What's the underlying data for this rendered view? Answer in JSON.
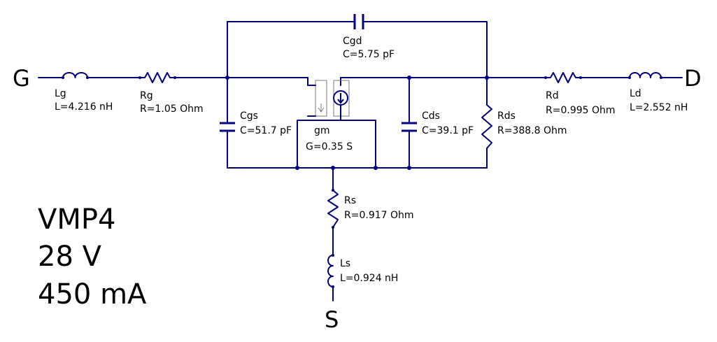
{
  "ports": {
    "gate": "G",
    "drain": "D",
    "source": "S"
  },
  "components": {
    "lg": {
      "name": "Lg",
      "value": "L=4.216 nH"
    },
    "rg": {
      "name": "Rg",
      "value": "R=1.05 Ohm"
    },
    "cgd": {
      "name": "Cgd",
      "value": "C=5.75 pF"
    },
    "cgs": {
      "name": "Cgs",
      "value": "C=51.7 pF"
    },
    "gm": {
      "name": "gm",
      "value": "G=0.35 S"
    },
    "cds": {
      "name": "Cds",
      "value": "C=39.1 pF"
    },
    "rds": {
      "name": "Rds",
      "value": "R=388.8 Ohm"
    },
    "rd": {
      "name": "Rd",
      "value": "R=0.995 Ohm"
    },
    "ld": {
      "name": "Ld",
      "value": "L=2.552 nH"
    },
    "rs": {
      "name": "Rs",
      "value": "R=0.917 Ohm"
    },
    "ls": {
      "name": "Ls",
      "value": "L=0.924 nH"
    }
  },
  "device": {
    "model": "VMP4",
    "voltage": "28 V",
    "current": "450 mA"
  },
  "colors": {
    "wire": "#000080",
    "text": "#000000",
    "background": "#ffffff"
  }
}
